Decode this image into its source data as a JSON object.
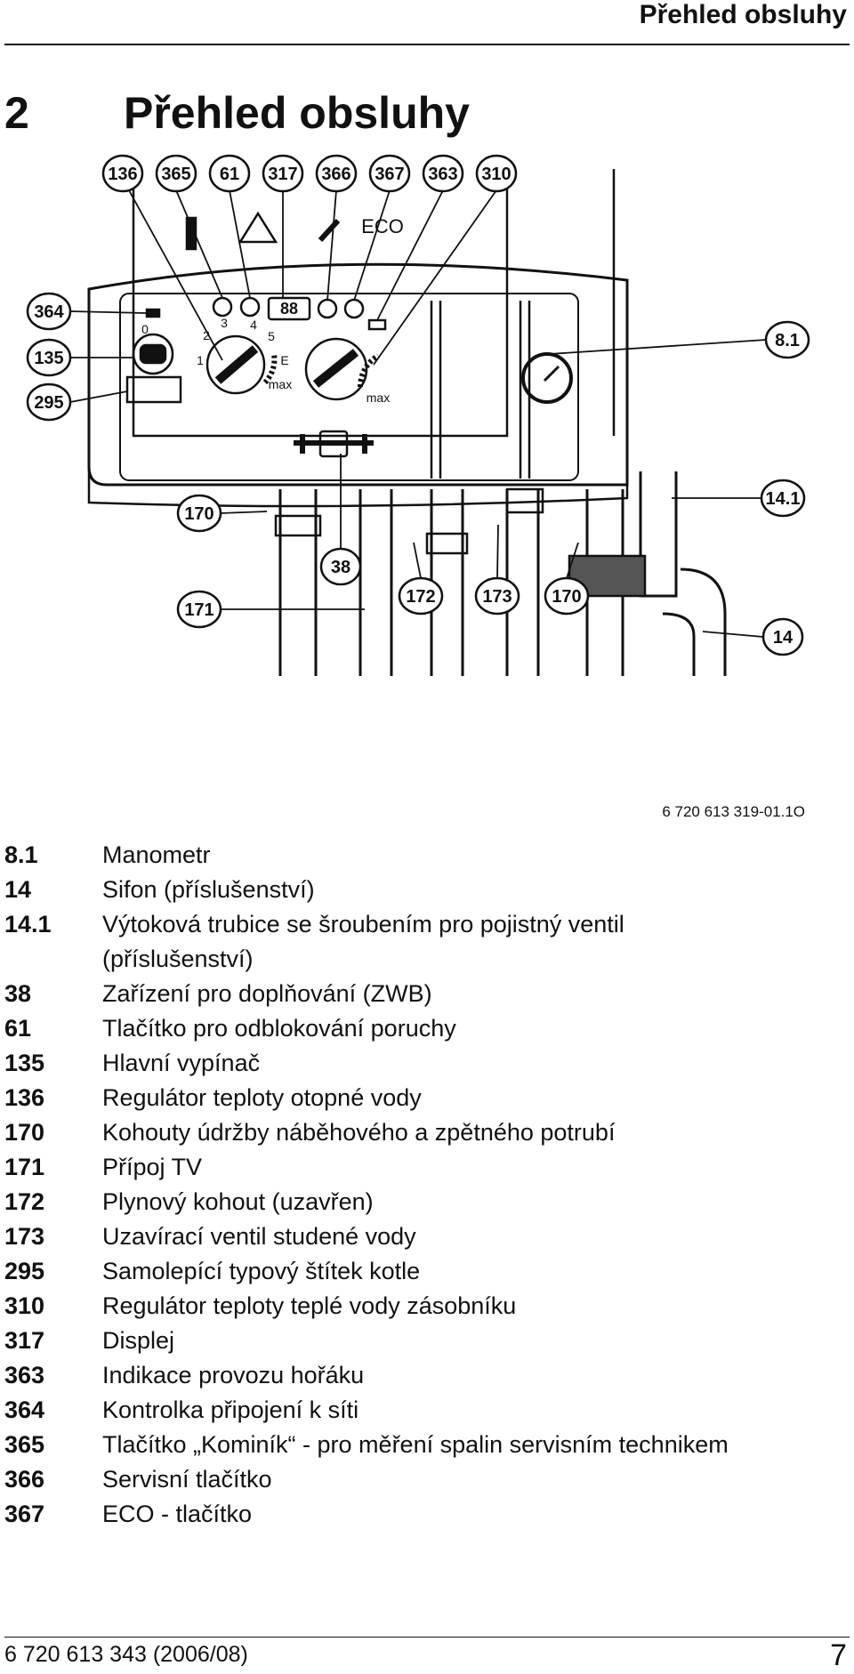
{
  "header": {
    "running_title": "Přehled obsluhy"
  },
  "chapter": {
    "number": "2",
    "title": "Přehled obsluhy"
  },
  "figure": {
    "callouts": {
      "c136": "136",
      "c365": "365",
      "c61": "61",
      "c317": "317",
      "c366": "366",
      "c367": "367",
      "c363": "363",
      "c310": "310",
      "c364": "364",
      "c135": "135",
      "c295": "295",
      "c8_1": "8.1",
      "c170a": "170",
      "c14_1": "14.1",
      "c38": "38",
      "c171": "171",
      "c172": "172",
      "c173": "173",
      "c170b": "170",
      "c14": "14"
    },
    "panel_labels": {
      "eco": "ECO",
      "display": "88",
      "zero": "0",
      "dial_1": "1",
      "dial_2": "2",
      "dial_3": "3",
      "dial_4": "4",
      "dial_5": "5",
      "dial_e": "E",
      "max_left": "max",
      "max_right": "max"
    },
    "code": "6 720 613 319-01.1O"
  },
  "legend": [
    {
      "key": "8.1",
      "text": "Manometr"
    },
    {
      "key": "14",
      "text": "Sifon (příslušenství)"
    },
    {
      "key": "14.1",
      "text": "Výtoková trubice se šroubením pro pojistný ventil"
    },
    {
      "key": "",
      "text": "(příslušenství)"
    },
    {
      "key": "38",
      "text": "Zařízení pro doplňování (ZWB)"
    },
    {
      "key": "61",
      "text": "Tlačítko pro odblokování poruchy"
    },
    {
      "key": "135",
      "text": "Hlavní vypínač"
    },
    {
      "key": "136",
      "text": "Regulátor teploty otopné vody"
    },
    {
      "key": "170",
      "text": "Kohouty údržby náběhového a zpětného potrubí"
    },
    {
      "key": "171",
      "text": "Přípoj TV"
    },
    {
      "key": "172",
      "text": "Plynový kohout (uzavřen)"
    },
    {
      "key": "173",
      "text": "Uzavírací ventil studené vody"
    },
    {
      "key": "295",
      "text": "Samolepící typový štítek kotle"
    },
    {
      "key": "310",
      "text": "Regulátor teploty teplé vody zásobníku"
    },
    {
      "key": "317",
      "text": "Displej"
    },
    {
      "key": "363",
      "text": "Indikace provozu hořáku"
    },
    {
      "key": "364",
      "text": "Kontrolka připojení k síti"
    },
    {
      "key": "365",
      "text": "Tlačítko „Kominík“ - pro měření spalin servisním technikem"
    },
    {
      "key": "366",
      "text": "Servisní tlačítko"
    },
    {
      "key": "367",
      "text": "ECO - tlačítko"
    }
  ],
  "footer": {
    "code": "6 720 613 343 (2006/08)",
    "page": "7"
  }
}
